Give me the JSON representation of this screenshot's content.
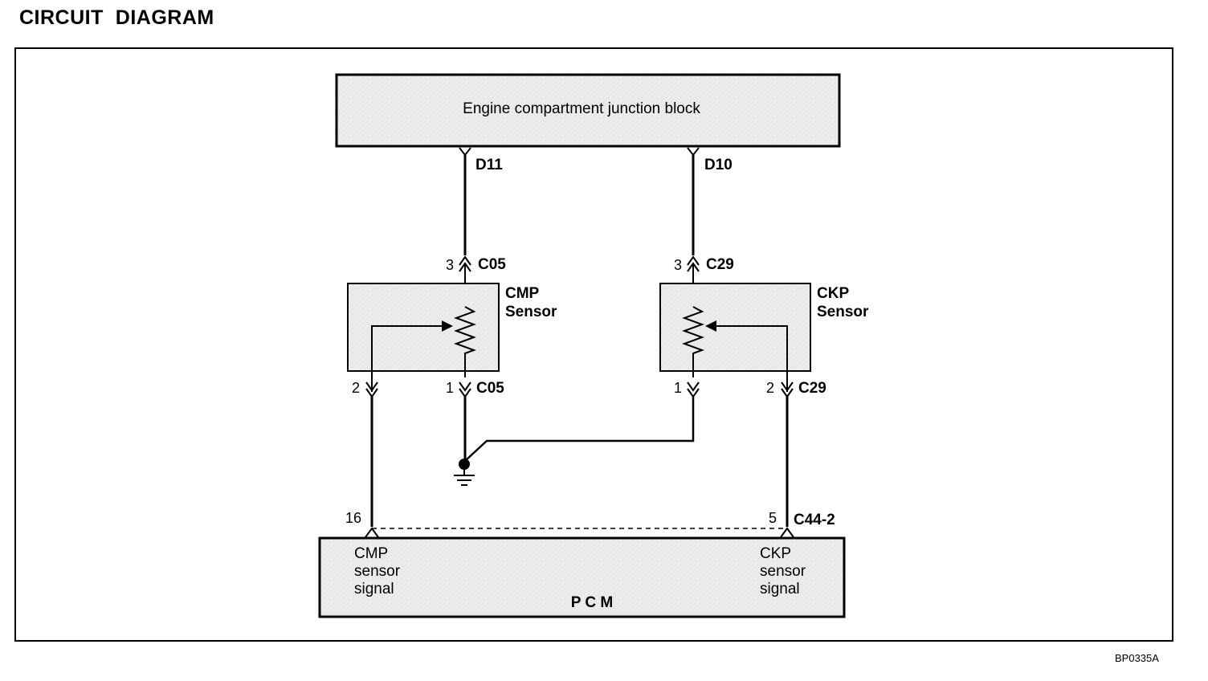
{
  "title": "CIRCUIT  DIAGRAM",
  "figure_id": "BP0335A",
  "junction_block": {
    "label": "Engine compartment junction block"
  },
  "fuses": [
    {
      "name": "D11"
    },
    {
      "name": "D10"
    }
  ],
  "sensors": [
    {
      "name_line1": "CMP",
      "name_line2": "Sensor",
      "connector": "C05",
      "pins": [
        "3",
        "2",
        "1"
      ],
      "connector_bottom": "C05"
    },
    {
      "name_line1": "CKP",
      "name_line2": "Sensor",
      "connector": "C29",
      "pins": [
        "3",
        "1",
        "2"
      ],
      "connector_bottom": "C29"
    }
  ],
  "pcm": {
    "label": "P C M",
    "connector": "C44-2",
    "pins": [
      "16",
      "5"
    ],
    "cmp_signal": [
      "CMP",
      "sensor",
      "signal"
    ],
    "ckp_signal": [
      "CKP",
      "sensor",
      "signal"
    ]
  },
  "colors": {
    "line": "#000000",
    "box_fill": "#e9e9e9"
  }
}
